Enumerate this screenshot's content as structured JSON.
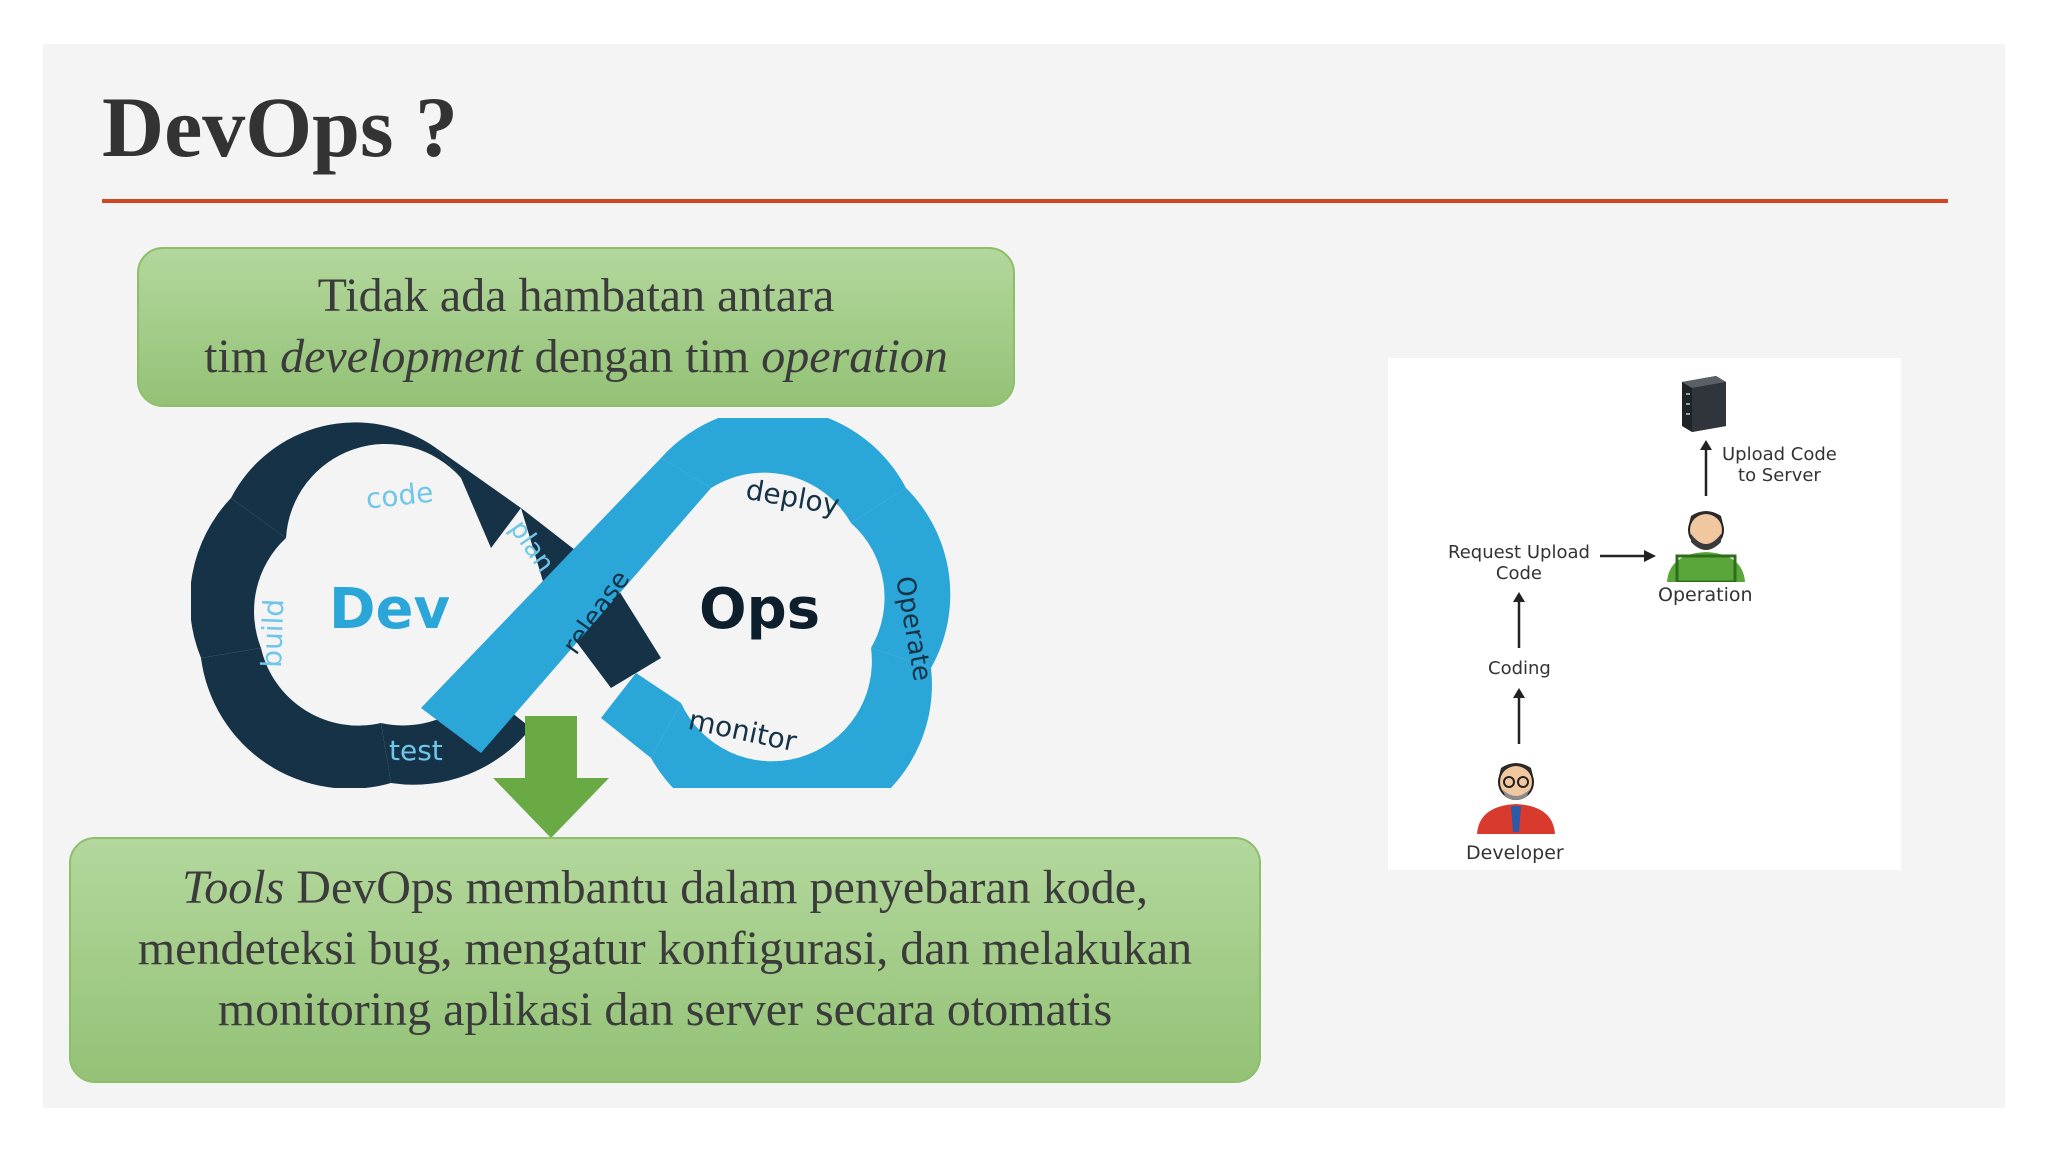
{
  "slide": {
    "title": "DevOps ?",
    "callout_top": {
      "line1": "Tidak ada hambatan antara",
      "line2_a": "tim ",
      "line2_b": "development",
      "line2_c": " dengan tim ",
      "line2_d": "operation"
    },
    "callout_bottom": {
      "line1_a": "Tools",
      "line1_b": " DevOps membantu dalam penyebaran kode,",
      "line2": "mendeteksi bug, mengatur konfigurasi, dan melakukan",
      "line3": "monitoring aplikasi dan server secara otomatis"
    },
    "devops_loop": {
      "dev_label": "Dev",
      "ops_label": "Ops",
      "stages": {
        "code": "code",
        "plan": "plan",
        "build": "build",
        "test": "test",
        "release": "release",
        "deploy": "deploy",
        "operate": "Operate",
        "monitor": "monitor"
      },
      "colors": {
        "dev": "#163247",
        "ops": "#2aa6d8"
      }
    },
    "flow": {
      "upload_line1": "Upload Code",
      "upload_line2": "to Server",
      "request_line1": "Request Upload",
      "request_line2": "Code",
      "operation": "Operation",
      "coding": "Coding",
      "developer": "Developer"
    },
    "colors": {
      "accent_rule": "#d2471f",
      "callout_fill": "#a6cf8b",
      "arrow": "#6aaa45"
    }
  }
}
